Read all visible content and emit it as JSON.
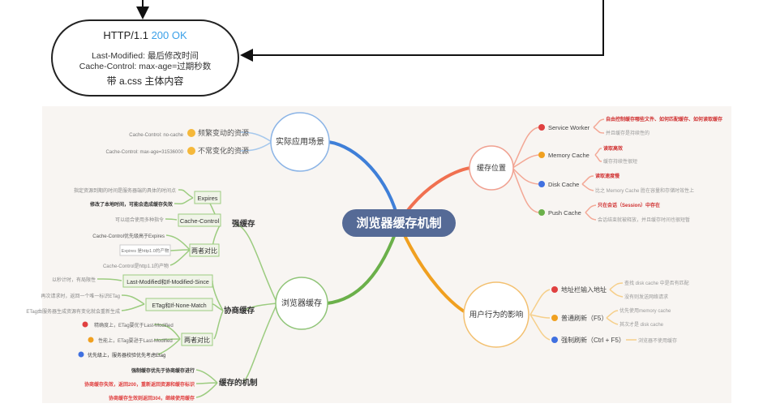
{
  "response_box": {
    "status_prefix": "HTTP/1.1",
    "status_code": "200 OK",
    "line1": "Last-Modified: 最后修改时间",
    "line2": "Cache-Control: max-age=过期秒数",
    "line3": "带 a.css 主体内容"
  },
  "colors": {
    "status_code": "#3aa0e8",
    "branch_blue": "#3f7fd8",
    "branch_green": "#6bb04a",
    "branch_orange": "#f0a020",
    "branch_red": "#f07050",
    "center_fill": "#556a96"
  },
  "mindmap": {
    "center": "浏览器缓存机制",
    "scenario": {
      "title": "实际应用场景",
      "items": [
        {
          "label": "频繁变动的资源",
          "note": "Cache-Control: no-cache"
        },
        {
          "label": "不常变化的资源",
          "note": "Cache-Control: max-age=31536000"
        }
      ]
    },
    "browser_cache": {
      "title": "浏览器缓存",
      "strong": {
        "title": "强缓存",
        "expires": "Expires",
        "expires_notes": [
          "指定资源到期的时间是服务器端的具体的时间点",
          "修改了本地时间，可能会造成缓存失效"
        ],
        "cache_control": "Cache-Control",
        "cache_control_note": "可以组合使用多种指令",
        "compare": "两者对比",
        "compare_notes": [
          "Cache-Control优先级高于Expires",
          "Expires 是http1.0的产物",
          "Cache-Control是http1.1的产物"
        ]
      },
      "negotiate": {
        "title": "协商缓存",
        "last_modified": "Last-Modified和If-Modified-Since",
        "last_modified_note": "以秒计时，有局限性",
        "etag": "ETag和If-None-Match",
        "etag_notes": [
          "再次请求时，返回一个唯一标识ETag",
          "ETag由服务器生成资源有变化就会重新生成"
        ],
        "compare": "两者对比",
        "compare_notes": [
          "精确度上，ETag要优于Last-Modified",
          "性能上，ETag要逊于Last-Modified",
          "优先级上，服务器校验优先考虑Etag"
        ]
      },
      "mechanism": {
        "title": "缓存的机制",
        "notes": [
          "强制缓存优先于协商缓存进行",
          "协商缓存失效，返回200，重新返回资源和缓存标识",
          "协商缓存生效则返回304，继续使用缓存"
        ]
      }
    },
    "cache_location": {
      "title": "缓存位置",
      "items": [
        {
          "label": "Service Worker",
          "notes": [
            "自由控制缓存哪些文件、如何匹配缓存、如何读取缓存",
            "并且缓存是持续性的"
          ]
        },
        {
          "label": "Memory Cache",
          "notes": [
            "读取高效",
            "缓存持续性很短"
          ]
        },
        {
          "label": "Disk Cache",
          "notes": [
            "读取速度慢",
            "比之 Memory Cache 胜在容量和存储时效性上"
          ]
        },
        {
          "label": "Push Cache",
          "notes": [
            "只在会话（Session）中存在",
            "会话结束就被释放，并且缓存时间也很短暂"
          ]
        }
      ]
    },
    "user_behavior": {
      "title": "用户行为的影响",
      "items": [
        {
          "label": "地址栏输入地址",
          "notes": [
            "查找 disk cache 中是否有匹配",
            "没有则发送网络请求"
          ]
        },
        {
          "label": "普通刷新（F5）",
          "notes": [
            "优先使用memory cache",
            "其次才是 disk cache"
          ]
        },
        {
          "label": "强制刷新（Ctrl + F5）",
          "notes": [
            "浏览器不使用缓存"
          ]
        }
      ]
    }
  }
}
